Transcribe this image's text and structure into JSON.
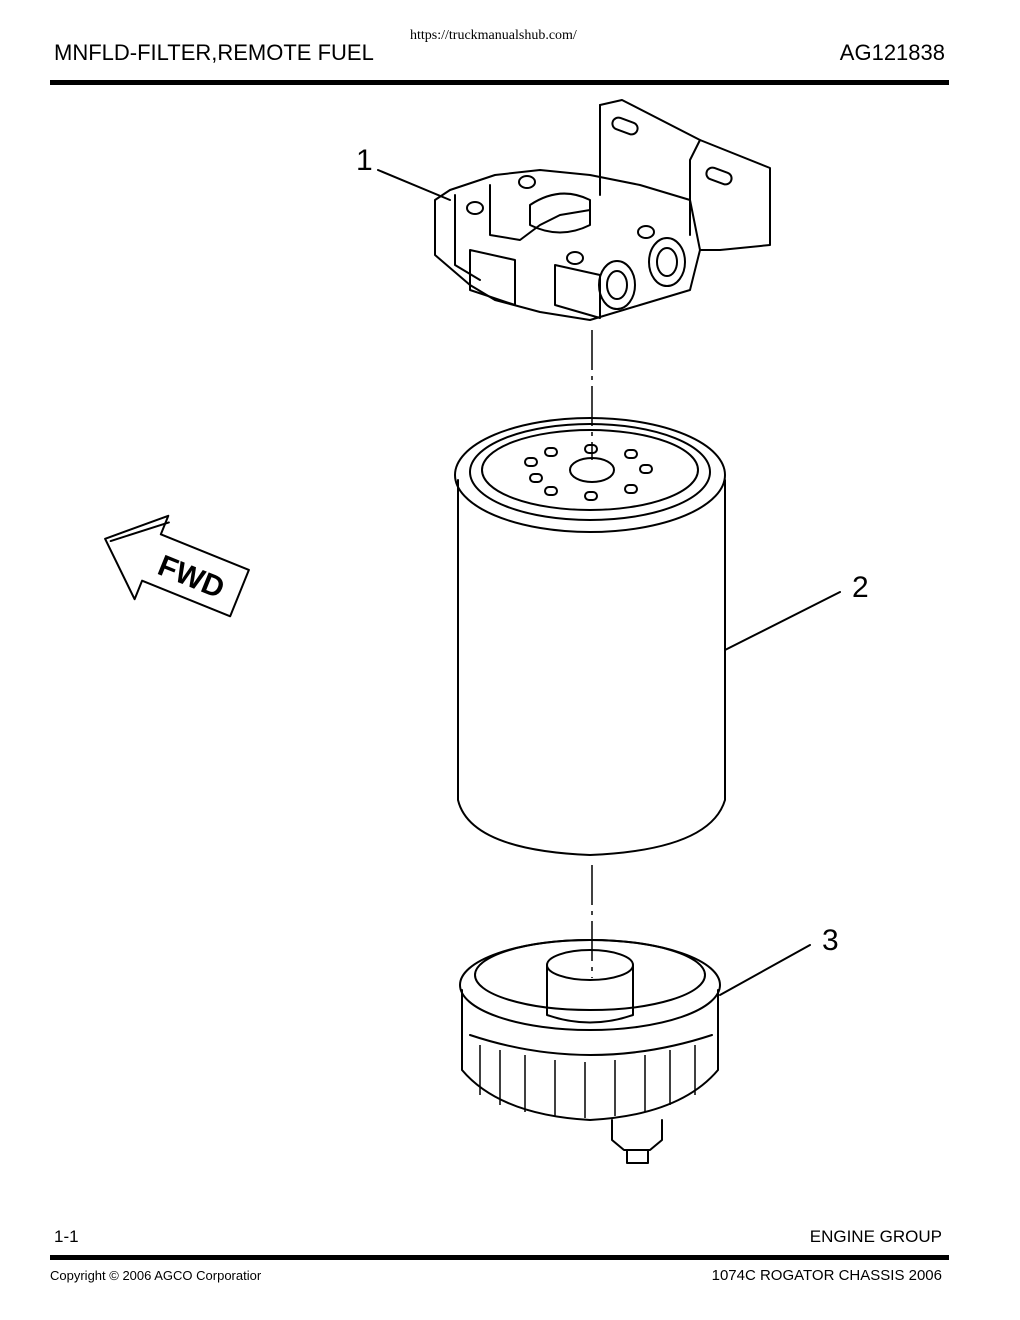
{
  "header": {
    "url": "https://truckmanualshub.com/",
    "title": "MNFLD-FILTER,REMOTE FUEL",
    "part_number": "AG121838"
  },
  "figure": {
    "callouts": [
      "1",
      "2",
      "3"
    ],
    "direction_label": "FWD"
  },
  "footer": {
    "page": "1-1",
    "group": "ENGINE GROUP",
    "copyright": "Copyright © 2006 AGCO Corporatior",
    "model": "1074C ROGATOR CHASSIS 2006"
  }
}
